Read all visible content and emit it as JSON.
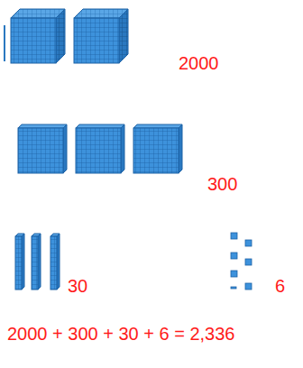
{
  "diagram": {
    "labels": [
      "2000",
      "300",
      "30",
      "6",
      "2000 + 300 + 30 + 6 = 2,336"
    ]
  }
}
